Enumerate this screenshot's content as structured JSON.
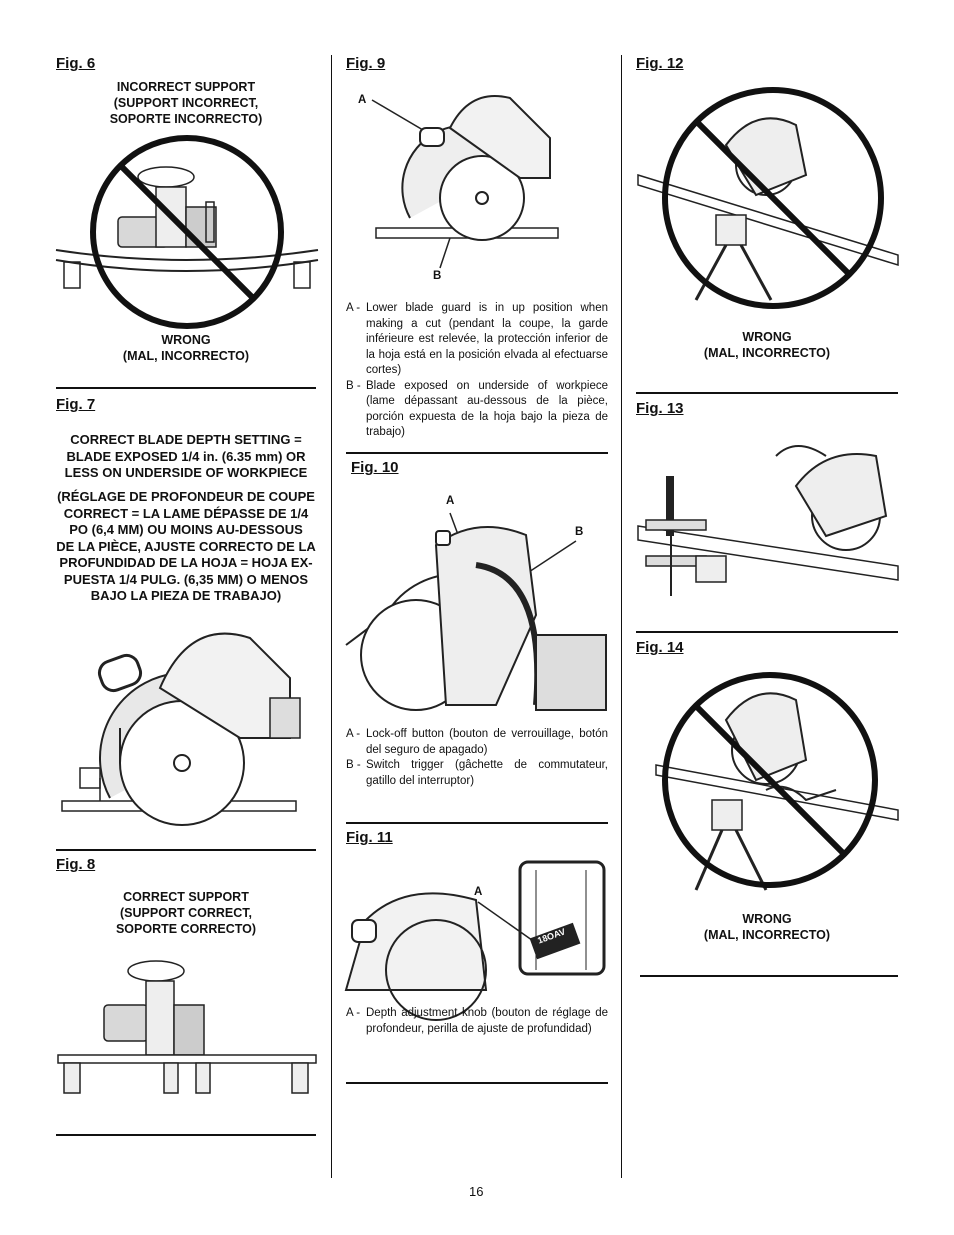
{
  "page_number": "16",
  "fig6": {
    "title": "Fig. 6",
    "caption_top": [
      "INCORRECT SUPPORT",
      "(SUPPORT INCORRECT,",
      "SOPORTE INCORRECTO)"
    ],
    "caption_bottom": [
      "WRONG",
      "(MAL, INCORRECTO)"
    ]
  },
  "fig7": {
    "title": "Fig. 7",
    "text_en": [
      "CORRECT BLADE DEPTH SETTING =",
      "BLADE EXPOSED 1/4 in. (6.35 mm) OR",
      "LESS ON UNDERSIDE OF WORKPIECE"
    ],
    "text_fr_es": [
      "(RÉGLAGE DE PROFONDEUR DE COUPE",
      "CORRECT = LA LAME DÉPASSE DE 1/4",
      "PO (6,4 MM) OU MOINS AU-DESSOUS",
      "DE LA PIÈCE, AJUSTE CORRECTO DE LA",
      "PROFUNDIDAD DE LA HOJA = HOJA EX-",
      "PUESTA 1/4 PULG. (6,35 MM) O MENOS",
      "BAJO LA PIEZA DE TRABAJO)"
    ]
  },
  "fig8": {
    "title": "Fig. 8",
    "caption_top": [
      "CORRECT SUPPORT",
      "(SUPPORT CORRECT,",
      "SOPORTE CORRECTO)"
    ]
  },
  "fig9": {
    "title": "Fig. 9",
    "label_a": "A",
    "label_b": "B",
    "legend": [
      {
        "key": "A -",
        "text": "Lower blade guard is in up position when making a cut (pendant la coupe, la garde inférieure est relevée, la protección inferior de la hoja está en la posición elvada al efectuarse cortes)"
      },
      {
        "key": "B -",
        "text": "Blade exposed on underside of workpiece (lame dépassant au-dessous de la pièce, porción expuesta de la hoja bajo la pieza de trabajo)"
      }
    ]
  },
  "fig10": {
    "title": "Fig. 10",
    "label_a": "A",
    "label_b": "B",
    "legend": [
      {
        "key": "A -",
        "text": "Lock-off button (bouton de verrouillage, botón del seguro de apagado)"
      },
      {
        "key": "B -",
        "text": "Switch trigger (gâchette de commutateur, gatillo del interruptor)"
      }
    ]
  },
  "fig11": {
    "title": "Fig. 11",
    "label_a": "A",
    "knob_text": "18OAV",
    "legend": [
      {
        "key": "A -",
        "text": "Depth adjustment knob (bouton de réglage de profondeur, perilla de ajuste de profundidad)"
      }
    ]
  },
  "fig12": {
    "title": "Fig. 12",
    "caption_bottom": [
      "WRONG",
      "(MAL, INCORRECTO)"
    ]
  },
  "fig13": {
    "title": "Fig. 13"
  },
  "fig14": {
    "title": "Fig. 14",
    "caption_bottom": [
      "WRONG",
      "(MAL, INCORRECTO)"
    ]
  }
}
